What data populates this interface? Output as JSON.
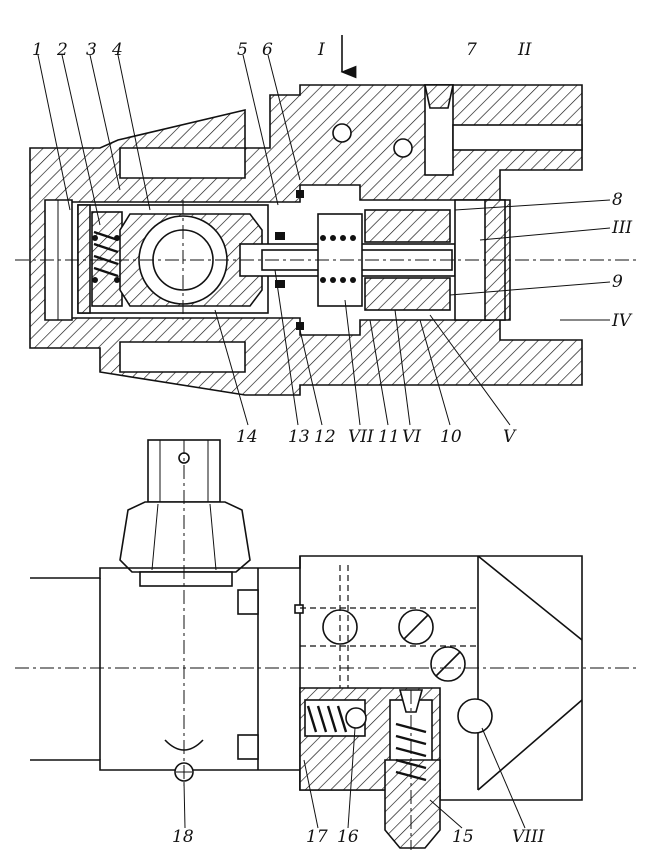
{
  "labels": {
    "n1": "1",
    "n2": "2",
    "n3": "3",
    "n4": "4",
    "n5": "5",
    "n6": "6",
    "n7": "7",
    "n8": "8",
    "n9": "9",
    "n10": "10",
    "n11": "11",
    "n12": "12",
    "n13": "13",
    "n14": "14",
    "n15": "15",
    "n16": "16",
    "n17": "17",
    "n18": "18",
    "r1": "I",
    "r2": "II",
    "r3": "III",
    "r4": "IV",
    "r5": "V",
    "r6": "VI",
    "r7": "VII",
    "r8": "VIII"
  },
  "colors": {
    "ink": "#111111",
    "paper": "#ffffff"
  }
}
